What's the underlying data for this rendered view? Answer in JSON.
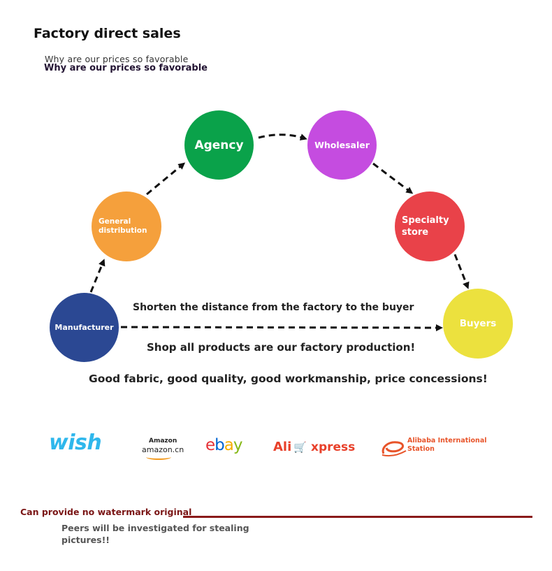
{
  "header": {
    "title": "Factory direct sales",
    "subtitle_light": "Why are our prices so favorable",
    "subtitle_bold": "Why are our prices so favorable"
  },
  "nodes": {
    "manufacturer": "Manufacturer",
    "general_distribution_line1": "General",
    "general_distribution_line2": "distribution",
    "agency": "Agency",
    "wholesaler": "Wholesaler",
    "specialty_line1": "Specialty",
    "specialty_line2": "store",
    "buyers": "Buyers"
  },
  "node_colors": {
    "manufacturer": "#2b4893",
    "general_distribution": "#f5a03c",
    "agency": "#0aa24a",
    "wholesaler": "#c54ce0",
    "specialty_store": "#e94249",
    "buyers": "#ece13e"
  },
  "captions": {
    "shorten": "Shorten the distance from the factory to the buyer",
    "shop": "Shop all products are our factory production!",
    "quality": "Good fabric, good quality, good workmanship, price concessions!"
  },
  "logos": {
    "wish": "wish",
    "amazon_top": "Amazon",
    "amazon": "amazon.cn",
    "ebay_e": "e",
    "ebay_b": "b",
    "ebay_a": "a",
    "ebay_y": "y",
    "ali": "Ali",
    "express": "xpress",
    "alibaba_line1": "Alibaba International",
    "alibaba_line2": "Station"
  },
  "footer": {
    "watermark_note": "Can provide no watermark original",
    "peers_note": "Peers will be investigated for stealing pictures!!"
  }
}
